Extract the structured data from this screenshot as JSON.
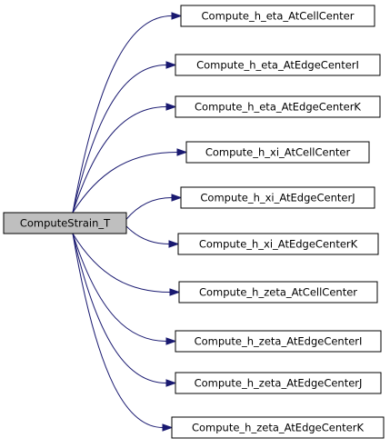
{
  "colors": {
    "root_fill": "#bfbfbf",
    "callee_fill": "#ffffff",
    "edge": "#191970",
    "border": "#000000"
  },
  "root": {
    "label": "ComputeStrain_T"
  },
  "callees": [
    {
      "label": "Compute_h_eta_AtCellCenter"
    },
    {
      "label": "Compute_h_eta_AtEdgeCenterI"
    },
    {
      "label": "Compute_h_eta_AtEdgeCenterK"
    },
    {
      "label": "Compute_h_xi_AtCellCenter"
    },
    {
      "label": "Compute_h_xi_AtEdgeCenterJ"
    },
    {
      "label": "Compute_h_xi_AtEdgeCenterK"
    },
    {
      "label": "Compute_h_zeta_AtCellCenter"
    },
    {
      "label": "Compute_h_zeta_AtEdgeCenterI"
    },
    {
      "label": "Compute_h_zeta_AtEdgeCenterJ"
    },
    {
      "label": "Compute_h_zeta_AtEdgeCenterK"
    }
  ]
}
